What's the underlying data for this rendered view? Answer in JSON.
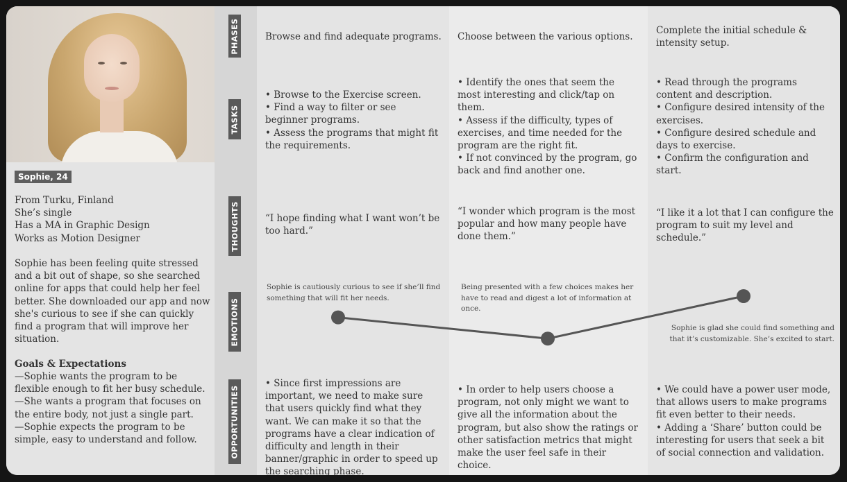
{
  "persona": {
    "name_tag": "Sophie, 24",
    "facts": [
      "From Turku, Finland",
      "She’s single",
      "Has a MA in Graphic Design",
      "Works as Motion Designer"
    ],
    "summary": "Sophie has been feeling quite stressed and a bit out of shape, so she searched online for apps that could help her feel better. She downloaded our app and now she's curious to see if she can quickly find a program that will improve her situation.",
    "goals_title": "Goals & Expectations",
    "goals": [
      "—Sophie wants the program to be flexible enough to fit her busy schedule.",
      "—She wants a program that focuses on the entire body, not just a single part.",
      "—Sophie expects the program to be simple, easy to understand and follow."
    ]
  },
  "row_labels": [
    "PHASES",
    "TASKS",
    "THOUGHTS",
    "EMOTIONS",
    "OPPORTUNITIES"
  ],
  "stages": [
    {
      "phase": "Browse and find adequate programs.",
      "tasks": [
        "• Browse to the Exercise screen.",
        "• Find a way to filter or see beginner programs.",
        "• Assess the programs that might fit the requirements."
      ],
      "thought": "“I hope finding what I want won’t be too hard.”",
      "emotion_note": "Sophie is cautiously curious to see if she’ll find something that will fit her needs.",
      "opportunities": [
        "• Since first impressions are important, we need to make sure that users quickly find what they want. We can make it so that the programs have a clear indication of difficulty and length in their banner/graphic in order to speed up the searching phase."
      ]
    },
    {
      "phase": "Choose between the various options.",
      "tasks": [
        "• Identify the ones that seem the most interesting and click/tap on them.",
        "• Assess if the difficulty, types of exercises, and time needed for the program are the right fit.",
        "• If not convinced by the program, go back and find another one."
      ],
      "thought": "“I wonder which program is the most popular and how many people have done them.”",
      "emotion_note": "Being presented with a few choices makes her have to read and digest a lot of information at once.",
      "opportunities": [
        "• In order to help users choose a program, not only might we want to give all the information about the program, but also show the ratings or other satisfaction metrics that might make the user feel safe in their choice."
      ]
    },
    {
      "phase": "Complete the initial schedule & intensity setup.",
      "tasks": [
        "• Read through the programs content and description.",
        "• Configure desired intensity of the exercises.",
        "• Configure desired schedule and days to exercise.",
        "• Confirm the configuration and start."
      ],
      "thought": "“I like it a lot that I can configure the program to suit my level and schedule.”",
      "emotion_note": "Sophie is glad she could find something and that it’s customizable. She’s excited to start.",
      "opportunities": [
        "• We could have a power user mode, that allows users to make programs fit even better to their needs.",
        "• Adding a ‘Share’ button could be interesting for users that seek a bit of social connection and validation."
      ]
    }
  ],
  "emotion_curve": {
    "levels": [
      0.55,
      0.1,
      1.0
    ]
  },
  "colors": {
    "card": "#d6d6d6",
    "panel": "#e4e4e4",
    "stage_alt": "#ebebeb",
    "label_bg": "#5a5a5a",
    "curve": "#555555"
  }
}
